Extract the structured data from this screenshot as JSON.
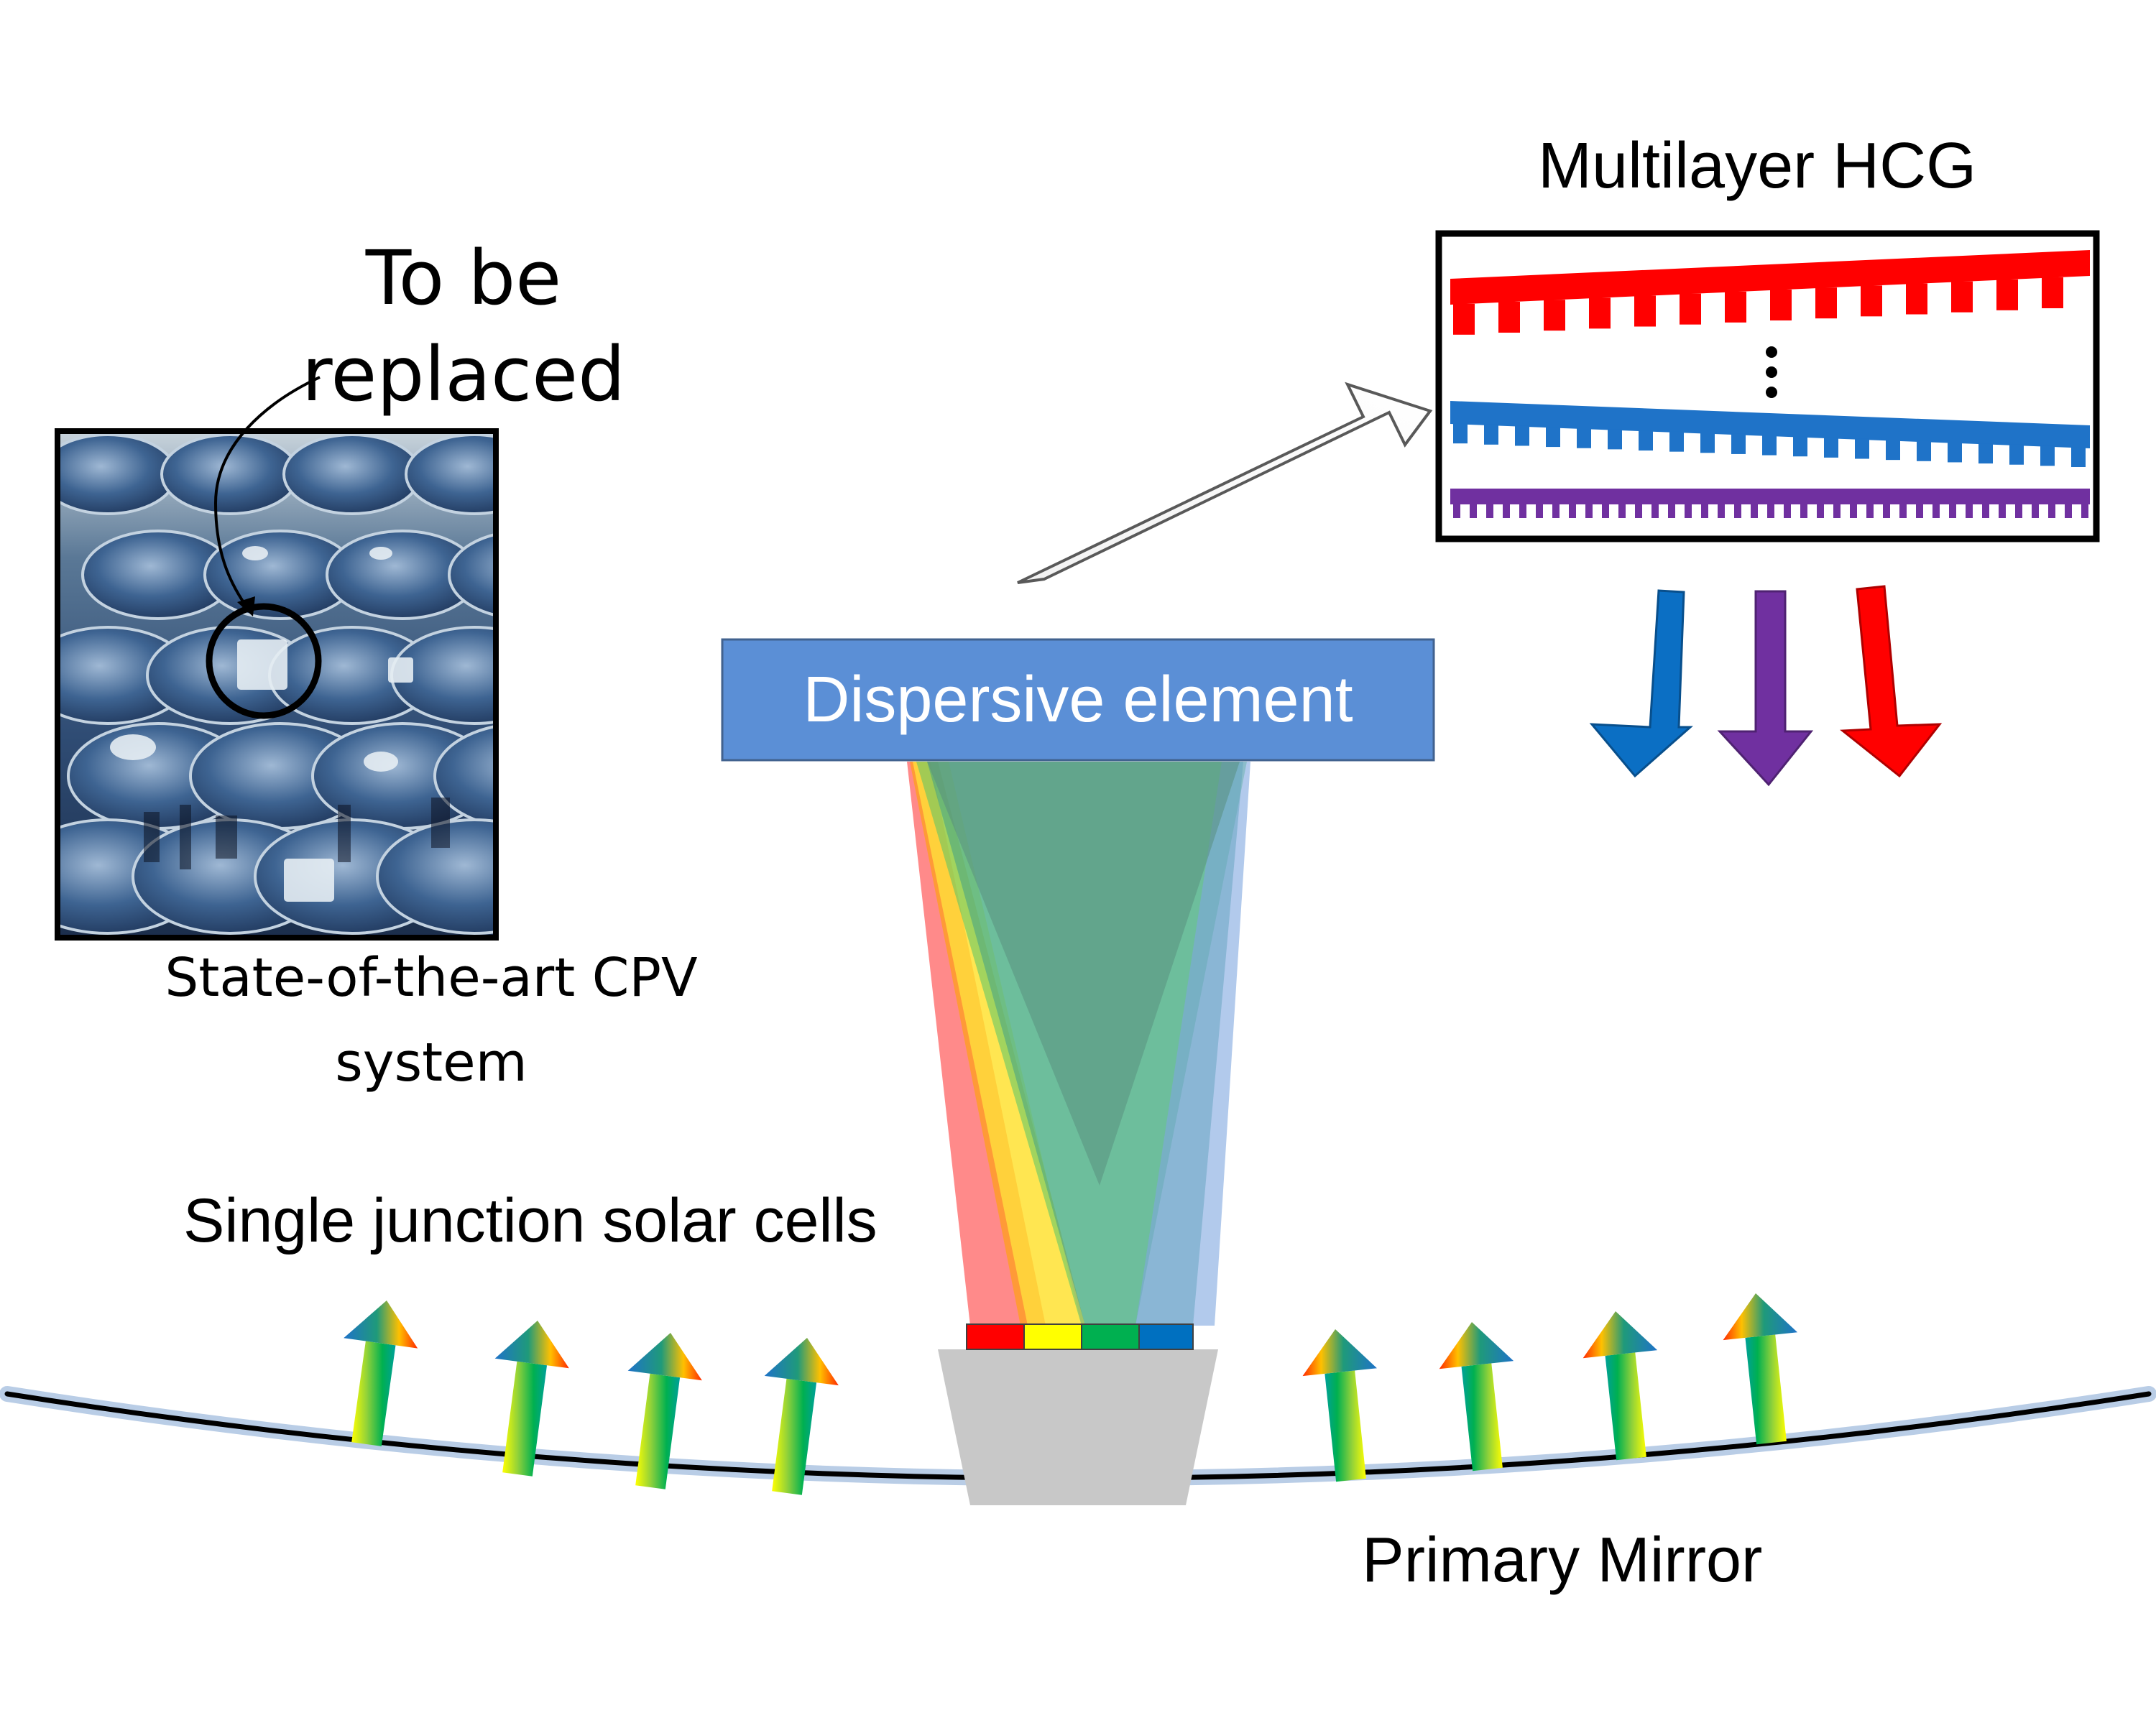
{
  "labels": {
    "to_be_replaced": "To be replaced",
    "cpv_caption": "State-of-the-art CPV system",
    "multilayer_hcg": "Multilayer HCG",
    "dispersive_element": "Dispersive element",
    "single_junction": "Single junction solar cells",
    "primary_mirror": "Primary Mirror"
  },
  "colors": {
    "hcg_top_layer": "#ff0000",
    "hcg_middle_layer": "#1f73c8",
    "hcg_bottom_layer": "#7030a0",
    "dispersive_box": "#5b8fd6",
    "mirror_glow": "#b9cde6",
    "cell_red": "#ff0000",
    "cell_yellow": "#ffff00",
    "cell_green": "#00b050",
    "cell_blue": "#0070c0",
    "out_arrow_blue": "#0b6fc4",
    "out_arrow_purple": "#7030a0",
    "out_arrow_red": "#ff0000"
  },
  "icons": {
    "hcg_ellipsis": "vertical-ellipsis",
    "arrow_to_hcg": "hollow-arrow",
    "cpv_photo": "photo-cpv-dish-array"
  }
}
